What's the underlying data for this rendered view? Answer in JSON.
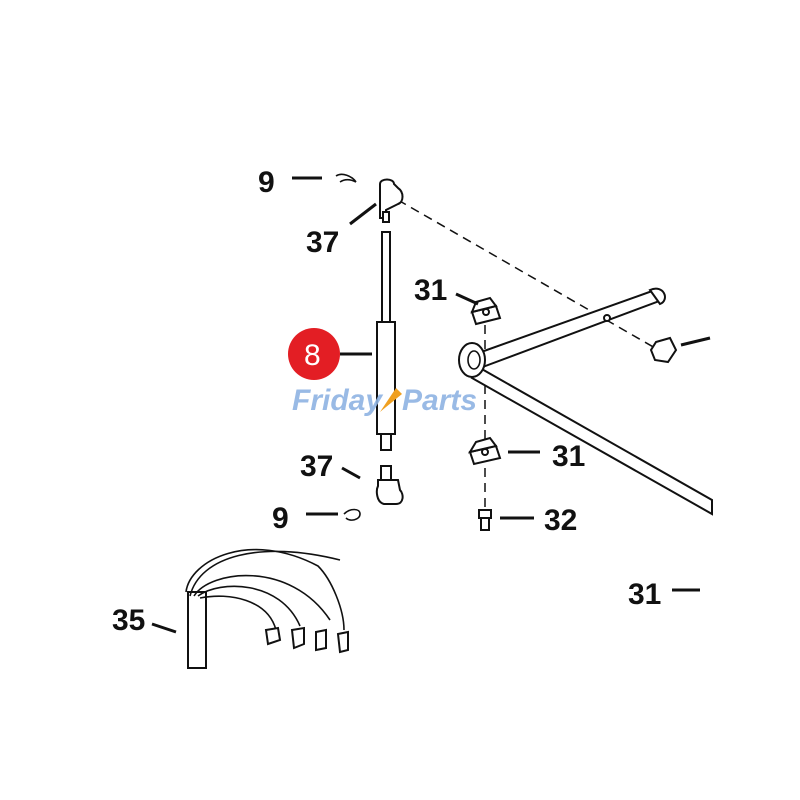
{
  "diagram": {
    "labels": {
      "top_9": "9",
      "top_37": "37",
      "highlight_8": "8",
      "clip_31_top": "31",
      "clip_31_mid": "31",
      "screw_32": "32",
      "bottom_37": "37",
      "bottom_9": "9",
      "harness_35": "35",
      "right_31": "31"
    },
    "watermark": {
      "part1": "Friday",
      "part2": "Parts"
    },
    "colors": {
      "highlight": "#e31e24",
      "watermark": "#8fb3e3",
      "line": "#111111"
    }
  }
}
